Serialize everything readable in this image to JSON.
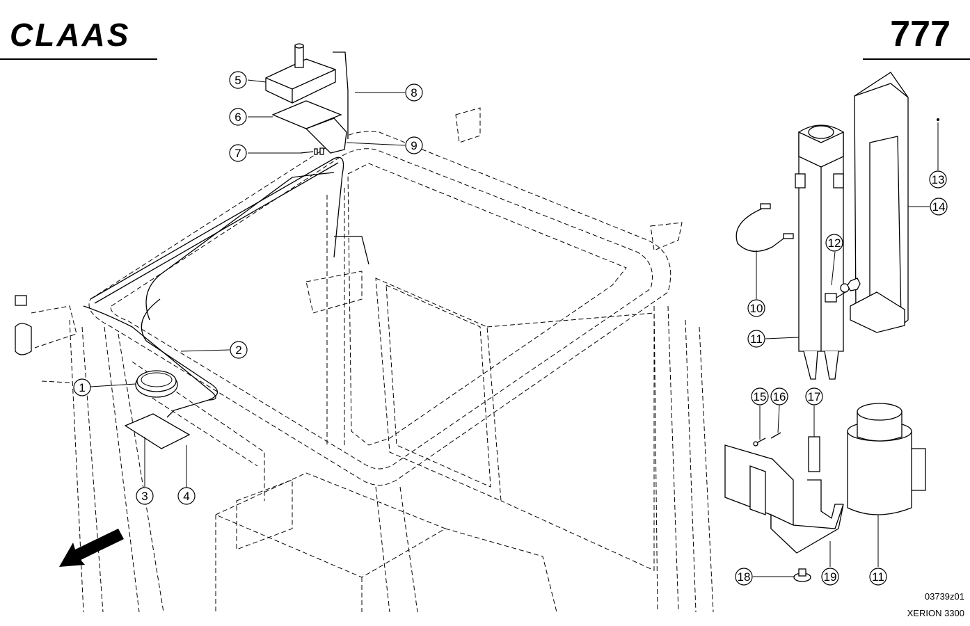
{
  "header": {
    "brand": "CLAAS",
    "page_number": "777"
  },
  "footer": {
    "drawing_ref": "03739z01",
    "model": "XERION 3300"
  },
  "callouts": [
    {
      "id": "c1",
      "label": "1"
    },
    {
      "id": "c2",
      "label": "2"
    },
    {
      "id": "c3",
      "label": "3"
    },
    {
      "id": "c4",
      "label": "4"
    },
    {
      "id": "c5",
      "label": "5"
    },
    {
      "id": "c6",
      "label": "6"
    },
    {
      "id": "c7",
      "label": "7"
    },
    {
      "id": "c8",
      "label": "8"
    },
    {
      "id": "c9",
      "label": "9"
    },
    {
      "id": "c10",
      "label": "10"
    },
    {
      "id": "c11a",
      "label": "11"
    },
    {
      "id": "c12",
      "label": "12"
    },
    {
      "id": "c13",
      "label": "13"
    },
    {
      "id": "c14",
      "label": "14"
    },
    {
      "id": "c15",
      "label": "15"
    },
    {
      "id": "c16",
      "label": "16"
    },
    {
      "id": "c17",
      "label": "17"
    },
    {
      "id": "c18",
      "label": "18"
    },
    {
      "id": "c19",
      "label": "19"
    },
    {
      "id": "c11b",
      "label": "11"
    }
  ]
}
